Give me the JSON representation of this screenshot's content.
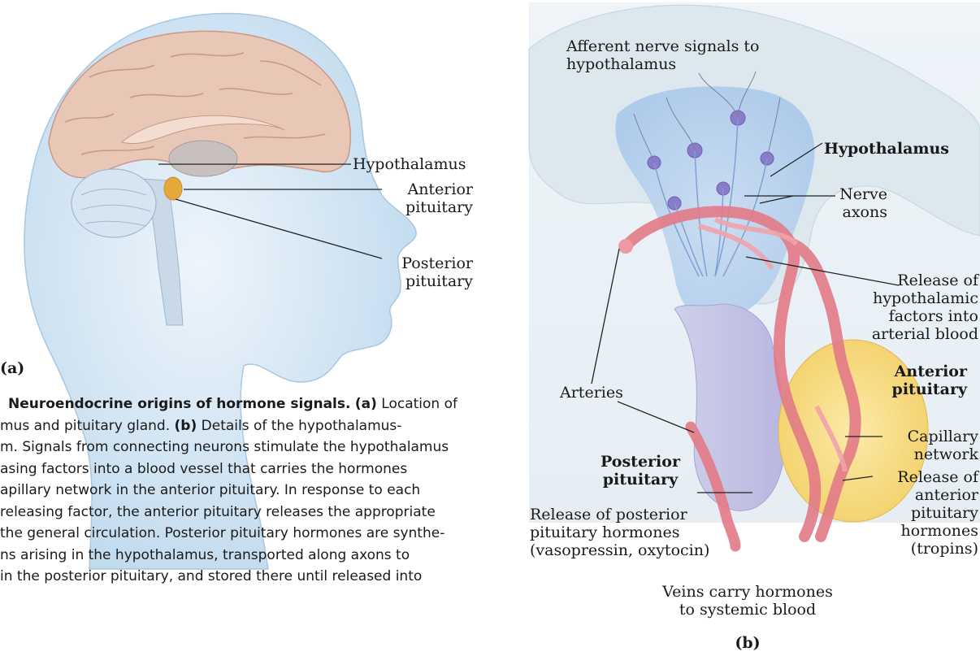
{
  "panel_a": {
    "tag": "(a)",
    "labels": {
      "hypothalamus": "Hypothalamus",
      "anterior_pituitary": "Anterior\npituitary",
      "posterior_pituitary": "Posterior\npituitary"
    }
  },
  "panel_b": {
    "tag": "(b)",
    "labels": {
      "afferent": "Afferent nerve signals to\nhypothalamus",
      "hypothalamus": "Hypothalamus",
      "nerve_axons": "Nerve\naxons",
      "release_hypothalamic": "Release of\nhypothalamic\nfactors into\narterial blood",
      "arteries": "Arteries",
      "anterior_pituitary": "Anterior\npituitary",
      "posterior_pituitary": "Posterior\npituitary",
      "capillary_network": "Capillary\nnetwork",
      "release_anterior": "Release of\nanterior\npituitary\nhormones\n(tropins)",
      "release_posterior": "Release of posterior\npituitary hormones\n(vasopressin, oxytocin)",
      "veins": "Veins carry hormones\nto systemic blood"
    }
  },
  "caption": {
    "line1_bold": "Neuroendocrine origins of hormone signals.",
    "line1_tag": "(a)",
    "line1_rest": " Location of",
    "line2_a": "mus and pituitary gland. ",
    "line2_tag": "(b)",
    "line2_b": " Details of the hypothalamus-",
    "line3": "m. Signals from connecting neurons stimulate the hypothalamus",
    "line4": "asing factors into a blood vessel that carries the hormones",
    "line5": "apillary network in the anterior pituitary. In response to each",
    "line6": "releasing factor, the anterior pituitary releases the appropriate",
    "line7": "the general circulation. Posterior pituitary hormones are synthe-",
    "line8": "ns arising in the hypothalamus, transported along axons to",
    "line9": "in the posterior pituitary, and stored there until released into"
  }
}
